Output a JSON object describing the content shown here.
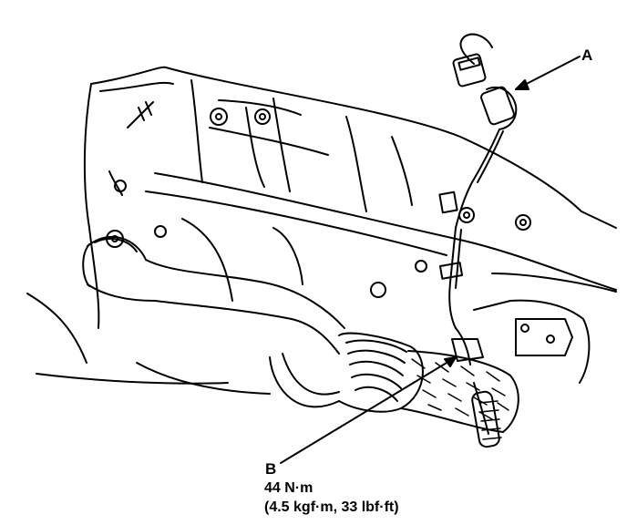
{
  "diagram": {
    "callouts": {
      "a": {
        "letter": "A"
      },
      "b": {
        "letter": "B",
        "torque": "44 N·m",
        "torque_alt": "(4.5 kgf·m, 33 lbf·ft)"
      }
    },
    "line_color": "#000000",
    "background": "#ffffff"
  }
}
